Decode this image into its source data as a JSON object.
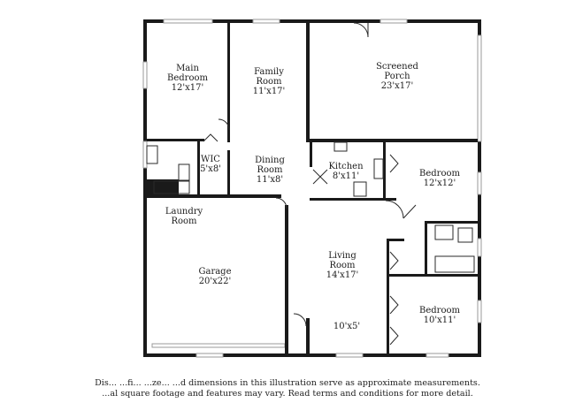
{
  "rooms": {
    "main_bedroom": {
      "name": "Main Bedroom",
      "line1": "Main",
      "line2": "Bedroom",
      "dims": "12'x17'"
    },
    "family_room": {
      "line1": "Family",
      "line2": "Room",
      "dims": "11'x17'"
    },
    "screened_porch": {
      "line1": "Screened",
      "line2": "Porch",
      "dims": "23'x17'"
    },
    "wic": {
      "line1": "WIC",
      "dims": "5'x8'"
    },
    "dining_room": {
      "line1": "Dining",
      "line2": "Room",
      "dims": "11'x8'"
    },
    "kitchen": {
      "line1": "Kitchen",
      "dims": "8'x11'"
    },
    "bedroom_a": {
      "line1": "Bedroom",
      "dims": "12'x12'"
    },
    "laundry": {
      "line1": "Laundry",
      "line2": "Room"
    },
    "garage": {
      "line1": "Garage",
      "dims": "20'x22'"
    },
    "living_room": {
      "line1": "Living",
      "line2": "Room",
      "dims": "14'x17'"
    },
    "entry": {
      "dims": "10'x5'"
    },
    "bedroom_b": {
      "line1": "Bedroom",
      "dims": "10'x11'"
    }
  },
  "disclaimer": {
    "line1": "Dis...  ...fi... ...ze... ...d dimensions in this illustration serve as approximate measurements.",
    "line2": "...al square footage and features may vary. Read terms and conditions for more detail."
  }
}
